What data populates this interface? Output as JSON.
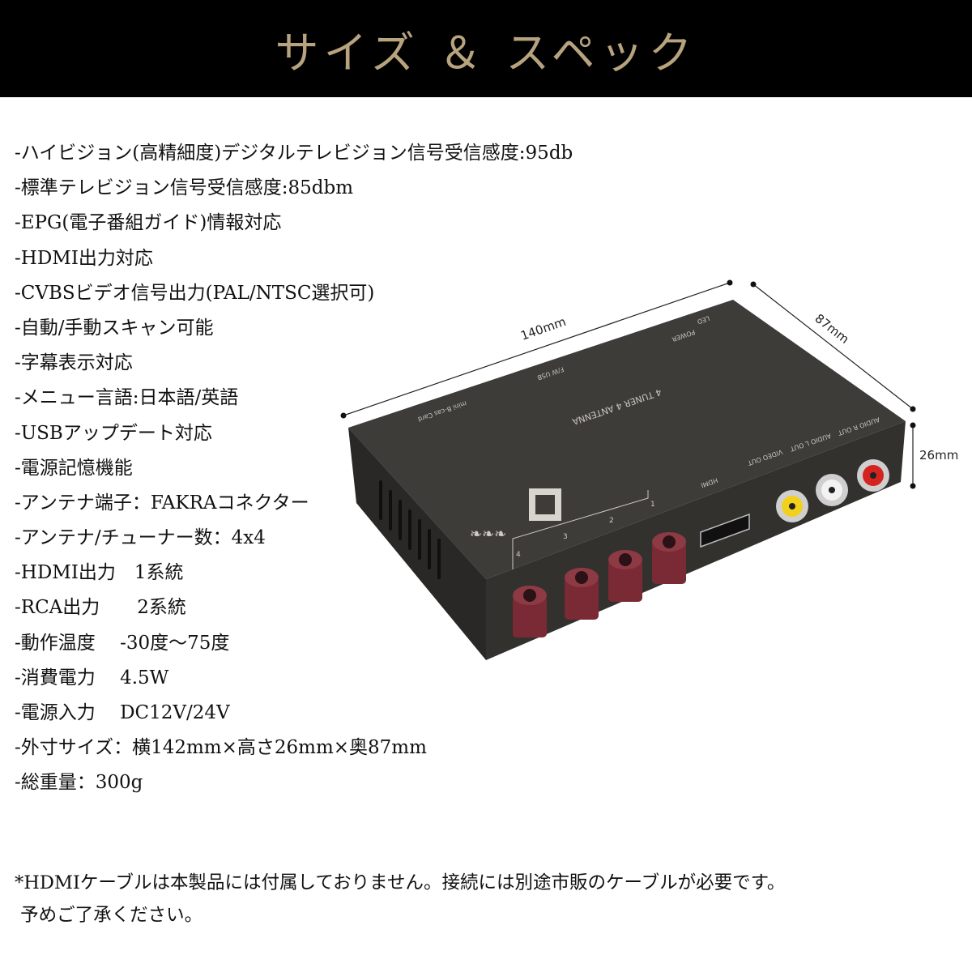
{
  "header": {
    "title": "サイズ ＆ スペック"
  },
  "specs": [
    "-ハイビジョン(高精細度)デジタルテレビジョン信号受信感度:95db",
    "-標準テレビジョン信号受信感度:85dbm",
    "-EPG(電子番組ガイド)情報対応",
    "-HDMI出力対応",
    "-CVBSビデオ信号出力(PAL/NTSC選択可)",
    "-自動/手動スキャン可能",
    "-字幕表示対応",
    "-メニュー言語:日本語/英語",
    "-USBアップデート対応",
    "-電源記憶機能",
    "-アンテナ端子：FAKRAコネクター",
    "-アンテナ/チューナー数：4x4",
    "-HDMI出力　1系統",
    "-RCA出力　　2系統",
    "-動作温度　 -30度〜75度",
    "-消費電力　 4.5W",
    "-電源入力　 DC12V/24V",
    "-外寸サイズ：横142mm×高さ26mm×奥87mm",
    "-総重量：300g"
  ],
  "dimensions": {
    "width": "140mm",
    "depth": "87mm",
    "height": "26mm"
  },
  "device_labels": {
    "led": "LED",
    "power": "POWER",
    "fw_usb": "F/W USB",
    "card": "mini B-cas Card",
    "tuner": "4 TUNER 4 ANTENNA",
    "hdmi": "HDMI",
    "video_out": "VIDEO OUT",
    "audio_l_out": "AUDIO L OUT",
    "audio_r_out": "AUDIO R OUT",
    "ant_1": "1",
    "ant_2": "2",
    "ant_3": "3",
    "ant_4": "4"
  },
  "colors": {
    "header_bg": "#000000",
    "title": "#b7a37e",
    "fakra": "#7a2a34",
    "rca_yellow": "#f2d11c",
    "rca_white": "#f2f2f2",
    "rca_red": "#d4241f"
  },
  "footnote": {
    "line1": "*HDMIケーブルは本製品には付属しておりません。接続には別途市販のケーブルが必要です。",
    "line2": " 予めご了承ください。"
  }
}
